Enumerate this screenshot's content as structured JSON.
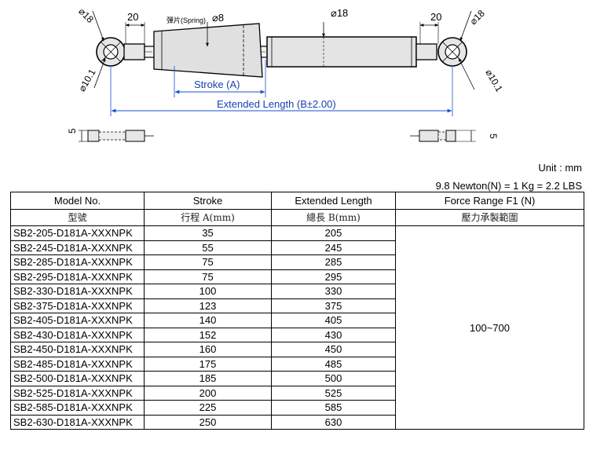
{
  "drawing": {
    "dim_left_dia": "⌀18",
    "dim_left_20": "20",
    "dim_spring": "彈片(Spring)",
    "dim_dia8": "⌀8",
    "dim_dia18": "⌀18",
    "dim_right_20": "20",
    "dim_right_dia": "⌀18",
    "dim_left_101": "⌀10.1",
    "dim_right_101": "⌀10.1",
    "stroke_label": "Stroke (A)",
    "extended_label": "Extended Length (B±2.00)",
    "dim_left_5": "5",
    "dim_right_5": "5"
  },
  "notes": {
    "unit": "Unit : mm",
    "conversion": "9.8 Newton(N) = 1 Kg = 2.2 LBS"
  },
  "table": {
    "headers": [
      {
        "en": "Model No.",
        "zh": "型號"
      },
      {
        "en": "Stroke",
        "zh": "行程 A(mm)"
      },
      {
        "en": "Extended Length",
        "zh": "總長 B(mm)"
      },
      {
        "en": "Force Range F1 (N)",
        "zh": "壓力承製範圍"
      }
    ],
    "force_range": "100~700",
    "rows": [
      [
        "SB2-205-D181A-XXXNPK",
        "35",
        "205"
      ],
      [
        "SB2-245-D181A-XXXNPK",
        "55",
        "245"
      ],
      [
        "SB2-285-D181A-XXXNPK",
        "75",
        "285"
      ],
      [
        "SB2-295-D181A-XXXNPK",
        "75",
        "295"
      ],
      [
        "SB2-330-D181A-XXXNPK",
        "100",
        "330"
      ],
      [
        "SB2-375-D181A-XXXNPK",
        "123",
        "375"
      ],
      [
        "SB2-405-D181A-XXXNPK",
        "140",
        "405"
      ],
      [
        "SB2-430-D181A-XXXNPK",
        "152",
        "430"
      ],
      [
        "SB2-450-D181A-XXXNPK",
        "160",
        "450"
      ],
      [
        "SB2-485-D181A-XXXNPK",
        "175",
        "485"
      ],
      [
        "SB2-500-D181A-XXXNPK",
        "185",
        "500"
      ],
      [
        "SB2-525-D181A-XXXNPK",
        "200",
        "525"
      ],
      [
        "SB2-585-D181A-XXXNPK",
        "225",
        "585"
      ],
      [
        "SB2-630-D181A-XXXNPK",
        "250",
        "630"
      ]
    ]
  }
}
